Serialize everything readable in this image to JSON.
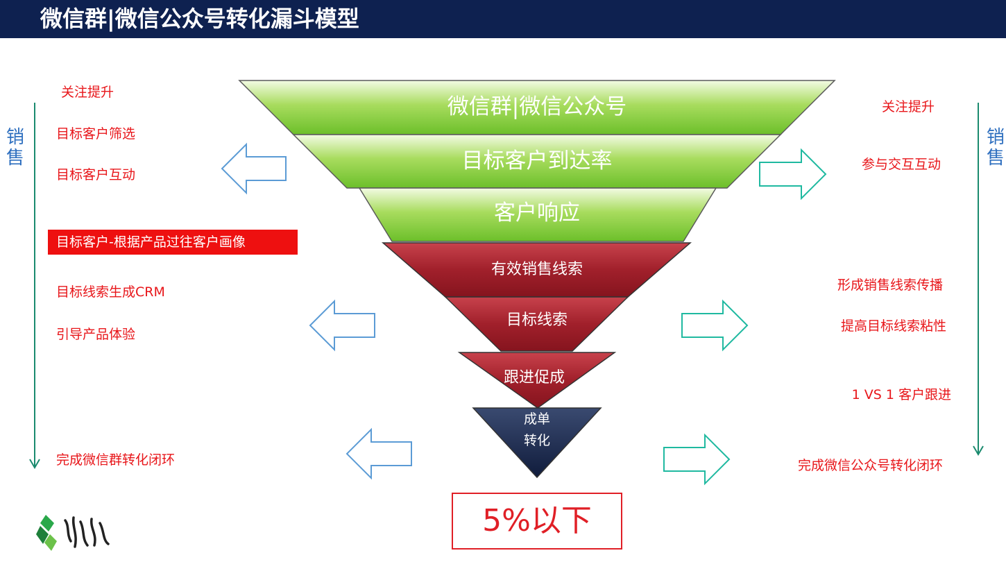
{
  "header": {
    "title": "微信群|微信公众号转化漏斗模型"
  },
  "funnel": {
    "top_stages": [
      "微信群|微信公众号",
      "目标客户到达率",
      "客户响应"
    ],
    "middle_stages": [
      "有效销售线索",
      "目标线索",
      "跟进促成"
    ],
    "bottom_stage": {
      "line1": "成单",
      "line2": "转化"
    },
    "colors": {
      "green": "#7cc832",
      "red": "#9e1b25",
      "navy": "#1a2a50"
    }
  },
  "left_notes": {
    "items": [
      "关注提升",
      "目标客户筛选",
      "目标客户互动",
      "目标线索生成CRM",
      "引导产品体验",
      "完成微信群转化闭环"
    ],
    "highlight": "目标客户-根据产品过往客户画像",
    "sales_label": "销售"
  },
  "right_notes": {
    "items": [
      "关注提升",
      "参与交互互动",
      "形成销售线索传播",
      "提高目标线索粘性",
      "1 VS 1 客户跟进",
      "完成微信公众号转化闭环"
    ],
    "sales_label": "销售"
  },
  "result": {
    "text": "5%以下"
  },
  "logo": {
    "icon": "weidong-logo-icon"
  }
}
